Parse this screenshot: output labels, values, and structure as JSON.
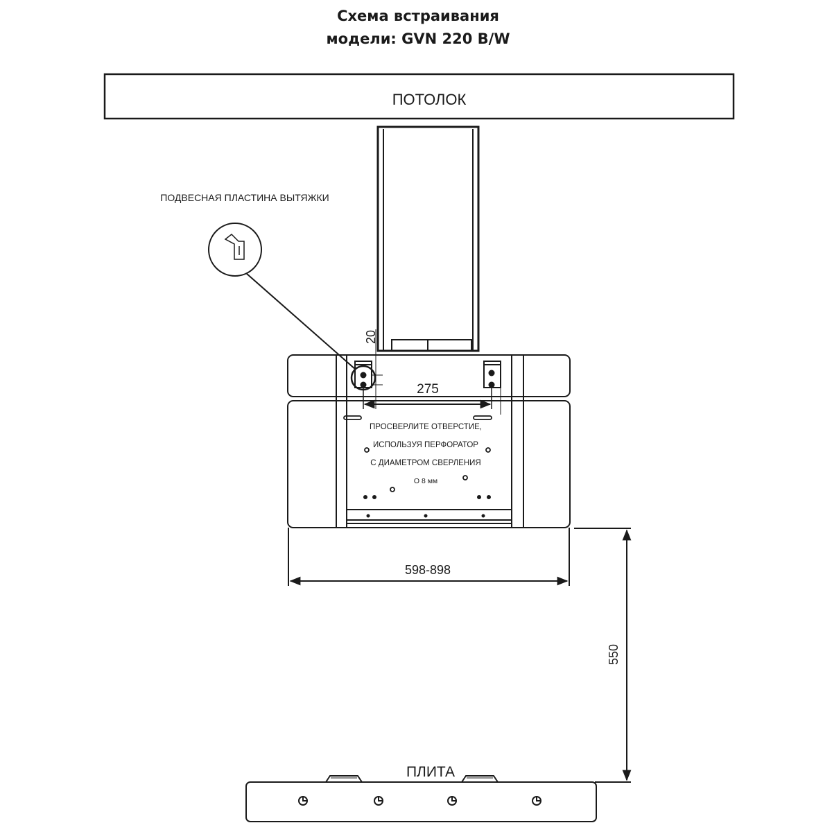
{
  "title": {
    "line1": "Схема встраивания",
    "line2": "модели: GVN 220 B/W"
  },
  "labels": {
    "ceiling": "ПОТОЛОК",
    "plate": "ПОДВЕСНАЯ ПЛАСТИНА ВЫТЯЖКИ",
    "stove": "ПЛИТА"
  },
  "instructions": [
    "ПРОСВЕРЛИТЕ ОТВЕРСТИЕ,",
    "ИСПОЛЬЗУЯ ПЕРФОРАТОР",
    "С ДИАМЕТРОМ СВЕРЛЕНИЯ",
    "О 8 мм"
  ],
  "dimensions": {
    "bracket_offset": "20",
    "bracket_spacing": "275",
    "width": "598-898",
    "height_above_stove": "550"
  },
  "colors": {
    "line": "#1a1a1a",
    "brick_line": "#555555"
  }
}
